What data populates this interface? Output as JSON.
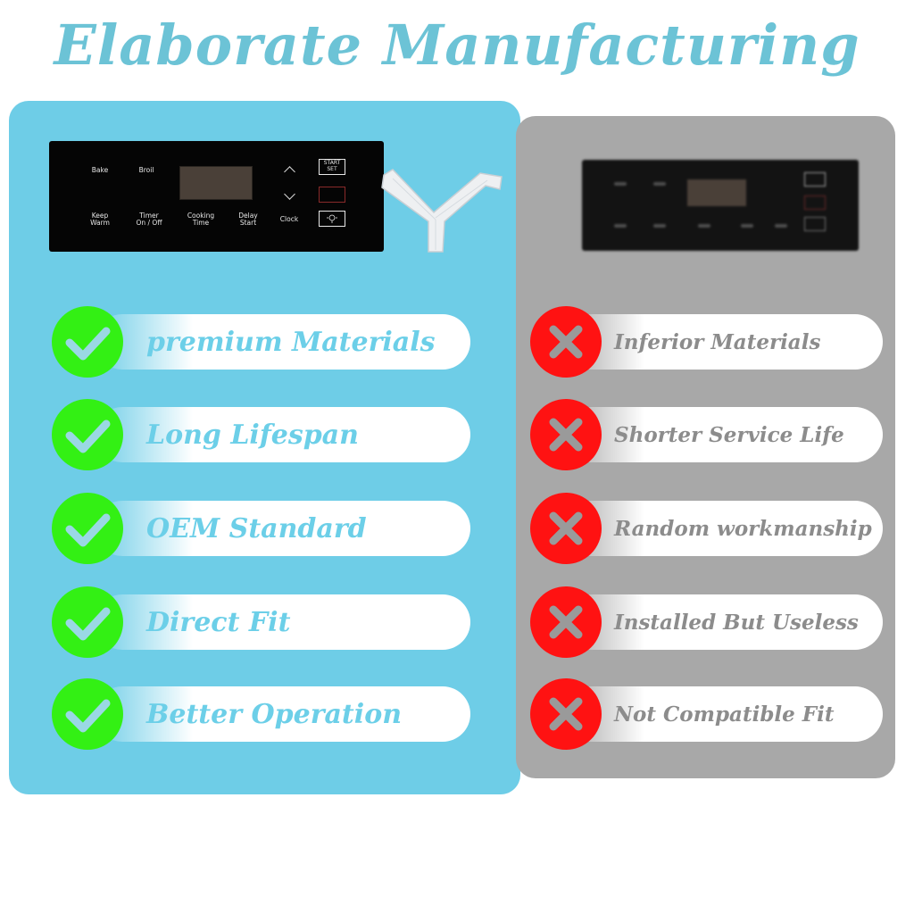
{
  "title": "Elaborate Manufacturing",
  "colors": {
    "good_panel": "#6ecde7",
    "bad_panel": "#a8a8a8",
    "check_badge": "#33f014",
    "cross_badge": "#ff1212",
    "title": "#6cc3d6"
  },
  "board": {
    "labels": {
      "bake": "Bake",
      "broil": "Broil",
      "keep_warm": "Keep\nWarm",
      "timer": "Timer\nOn / Off",
      "cooking_time": "Cooking\nTime",
      "delay_start": "Delay\nStart",
      "clock": "Clock",
      "start_set": "START\nSET"
    },
    "icons": [
      "chevron-up-icon",
      "chevron-down-icon",
      "light-bulb-icon"
    ]
  },
  "good": {
    "icon": "check-icon",
    "items": [
      {
        "label": "premium Materials"
      },
      {
        "label": "Long Lifespan"
      },
      {
        "label": "OEM Standard"
      },
      {
        "label": "Direct Fit"
      },
      {
        "label": "Better Operation"
      }
    ]
  },
  "bad": {
    "icon": "cross-icon",
    "items": [
      {
        "label": "Inferior Materials"
      },
      {
        "label": "Shorter Service Life"
      },
      {
        "label": "Random workmanship"
      },
      {
        "label": "Installed But Useless"
      },
      {
        "label": "Not Compatible Fit"
      }
    ]
  }
}
